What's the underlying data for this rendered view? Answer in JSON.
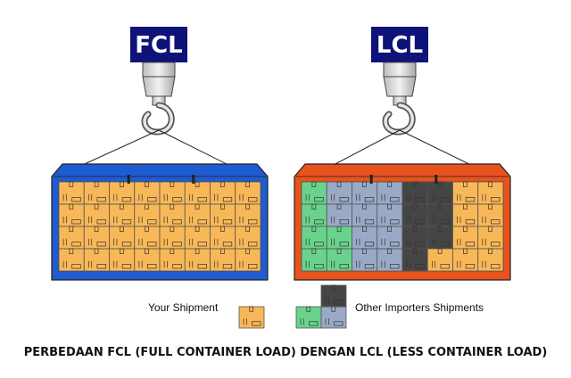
{
  "diagram": {
    "left": {
      "sign_label": "FCL",
      "container_color": "#1f5bd1",
      "rows": [
        [
          "y",
          "y",
          "y",
          "y",
          "y",
          "y",
          "y",
          "y"
        ],
        [
          "y",
          "y",
          "y",
          "y",
          "y",
          "y",
          "y",
          "y"
        ],
        [
          "y",
          "y",
          "y",
          "y",
          "y",
          "y",
          "y",
          "y"
        ],
        [
          "y",
          "y",
          "y",
          "y",
          "y",
          "y",
          "y",
          "y"
        ]
      ]
    },
    "right": {
      "sign_label": "LCL",
      "container_color": "#e8531d",
      "rows": [
        [
          "g",
          "b",
          "b",
          "b",
          "k",
          "k",
          "y",
          "y"
        ],
        [
          "g",
          "b",
          "b",
          "b",
          "k",
          "k",
          "y",
          "y"
        ],
        [
          "g",
          "g",
          "b",
          "b",
          "k",
          "k",
          "y",
          "y"
        ],
        [
          "g",
          "g",
          "b",
          "b",
          "k",
          "y",
          "y",
          "y"
        ]
      ]
    },
    "box_colors": {
      "y": "#f9b857",
      "g": "#69d28c",
      "b": "#9aa9c6",
      "k": "#454545",
      "sign": "#0e137a"
    },
    "legend": {
      "your_shipment": "Your Shipment",
      "other_shipments": "Other Importers Shipments"
    },
    "caption": "PERBEDAAN FCL (FULL CONTAINER LOAD) DENGAN LCL (LESS CONTAINER LOAD)"
  }
}
